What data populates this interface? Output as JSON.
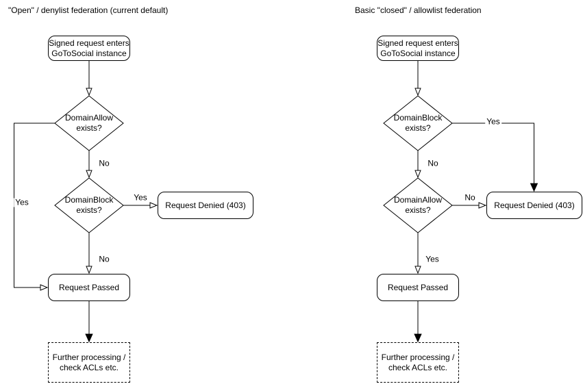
{
  "colors": {
    "stroke": "#000000",
    "node_fill": "#ffffff",
    "text": "#000000",
    "background": "#ffffff"
  },
  "left_chart": {
    "title": "\"Open\" / denylist federation (current default)",
    "start": "Signed request enters\nGoToSocial instance",
    "decision1": "DomainAllow\nexists?",
    "decision1_no_label": "No",
    "decision1_yes_label": "Yes",
    "decision2": "DomainBlock\nexists?",
    "decision2_yes_label": "Yes",
    "decision2_no_label": "No",
    "denied": "Request Denied (403)",
    "passed": "Request Passed",
    "further": "Further processing /\ncheck ACLs etc."
  },
  "right_chart": {
    "title": "Basic \"closed\" / allowlist federation",
    "start": "Signed request enters\nGoToSocial instance",
    "decision1": "DomainBlock\nexists?",
    "decision1_yes_label": "Yes",
    "decision1_no_label": "No",
    "decision2": "DomainAllow\nexists?",
    "decision2_no_label": "No",
    "decision2_yes_label": "Yes",
    "denied": "Request Denied (403)",
    "passed": "Request Passed",
    "further": "Further processing /\ncheck ACLs etc."
  }
}
